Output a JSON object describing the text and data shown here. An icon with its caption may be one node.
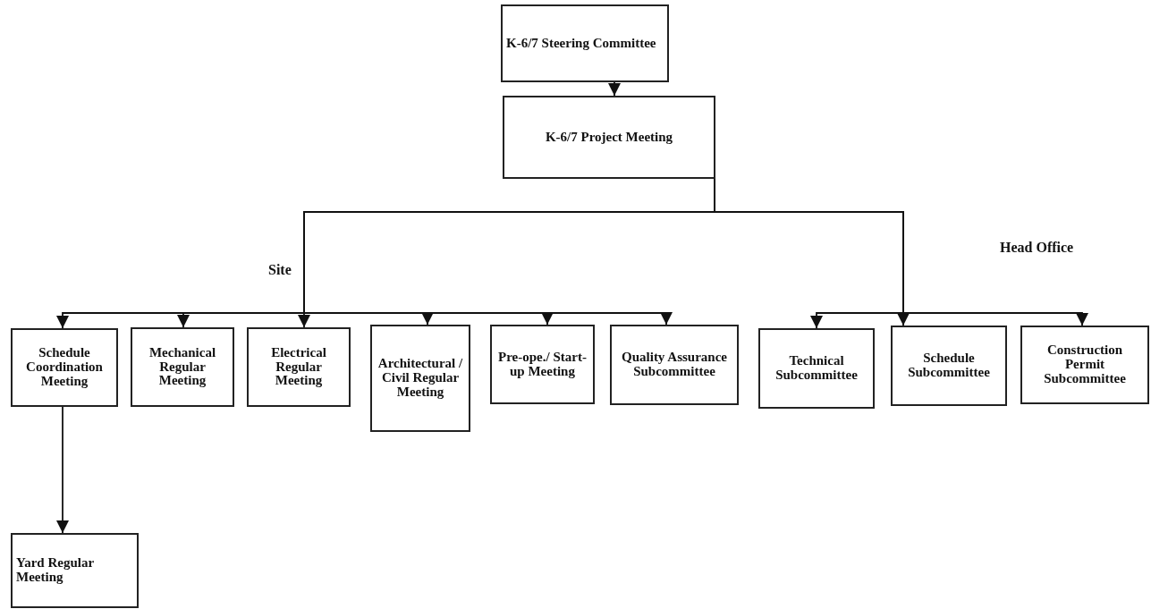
{
  "diagram": {
    "nodes": [
      {
        "text": [
          "K-6/7 Steering Committee"
        ]
      },
      {
        "text": [
          "K-6/7 Project Meeting"
        ]
      },
      {
        "text": [
          "Schedule Coordination Meeting"
        ]
      },
      {
        "text": [
          "Mechanical Regular Meeting"
        ]
      },
      {
        "text": [
          "Electrical Regular Meeting"
        ]
      },
      {
        "text": [
          "Architectural / Civil Regular Meeting"
        ]
      },
      {
        "text": [
          "Pre-ope./ Start-up Meeting"
        ]
      },
      {
        "text": [
          "Quality Assurance Subcommittee"
        ]
      },
      {
        "text": [
          "Technical Subcommittee"
        ]
      },
      {
        "text": [
          "Schedule Subcommittee"
        ]
      },
      {
        "text": [
          "Construction Permit Subcommittee"
        ]
      },
      {
        "text": [
          "Yard Regular Meeting"
        ]
      }
    ],
    "edges": [
      {
        "from": 0,
        "to": 1,
        "arrow": "to"
      },
      {
        "from": 1,
        "to": 2,
        "arrow": "to"
      },
      {
        "from": 1,
        "to": 3,
        "arrow": "to"
      },
      {
        "from": 1,
        "to": 4,
        "arrow": "to"
      },
      {
        "from": 1,
        "to": 5,
        "arrow": "to"
      },
      {
        "from": 1,
        "to": 6,
        "arrow": "to"
      },
      {
        "from": 1,
        "to": 7,
        "arrow": "to"
      },
      {
        "from": 1,
        "to": 8,
        "arrow": "to"
      },
      {
        "from": 1,
        "to": 9,
        "arrow": "to"
      },
      {
        "from": 1,
        "to": 10,
        "arrow": "to"
      },
      {
        "from": 2,
        "to": 11,
        "arrow": "to"
      }
    ],
    "labels": [
      "Site",
      "Head Office"
    ]
  }
}
